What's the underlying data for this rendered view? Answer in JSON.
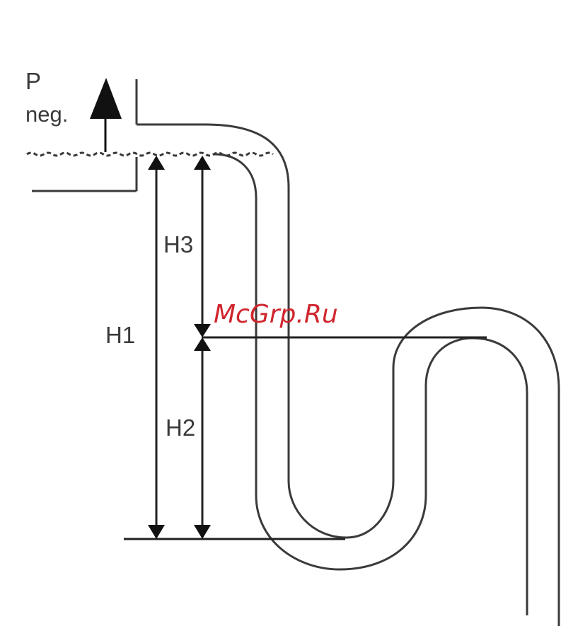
{
  "labels": {
    "pressure_symbol": "P",
    "pressure_note": "neg.",
    "h1": "H1",
    "h2": "H2",
    "h3": "H3"
  },
  "watermark": "McGrp.Ru",
  "colors": {
    "line": "#3a3a3a",
    "watermark": "#d0262e"
  }
}
